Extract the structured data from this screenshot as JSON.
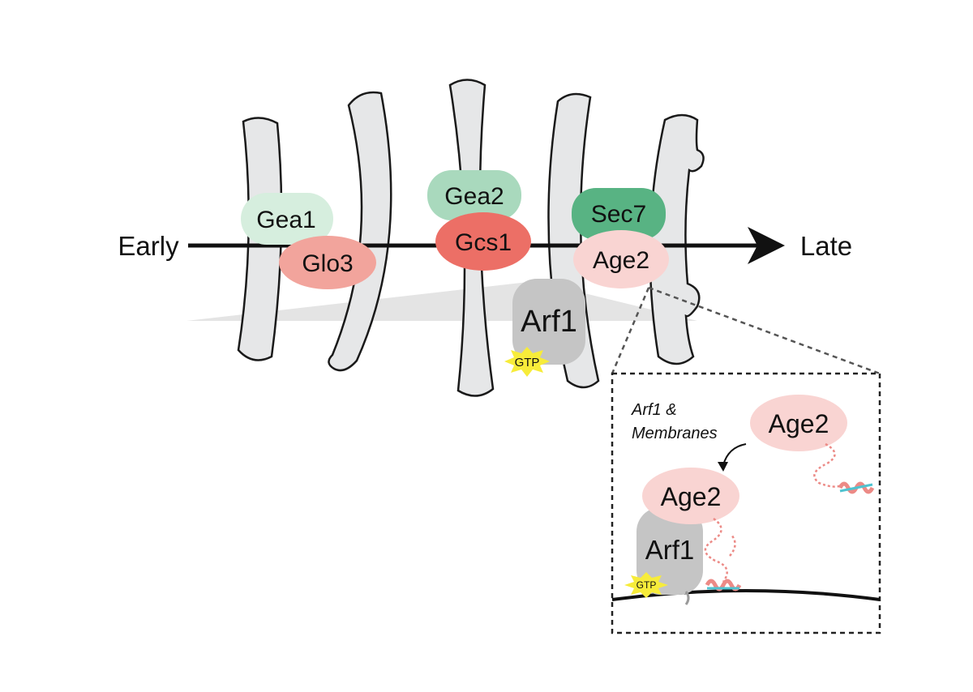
{
  "axis": {
    "start_label": "Early",
    "end_label": "Late"
  },
  "proteins": {
    "gea1": "Gea1",
    "glo3": "Glo3",
    "gea2": "Gea2",
    "gcs1": "Gcs1",
    "sec7": "Sec7",
    "age2": "Age2",
    "arf1": "Arf1",
    "gtp": "GTP"
  },
  "inset": {
    "caption_line1": "Arf1 &",
    "caption_line2": "Membranes",
    "age2_free": "Age2",
    "age2_bound": "Age2",
    "arf1": "Arf1",
    "gtp": "GTP"
  },
  "colors": {
    "cisterna_fill": "#e6e7e8",
    "cisterna_stroke": "#1a1a1a",
    "gea_light_green": "#d6eede",
    "gea2_green": "#a9d9bd",
    "sec7_green": "#58b383",
    "glo3_salmon": "#f2a49c",
    "gcs1_red": "#ec6f66",
    "age2_pink": "#f9d4d2",
    "arf1_gray": "#c5c5c5",
    "gtp_yellow": "#f7ec3a",
    "helix_pink": "#ec8a86",
    "helix_cyan": "#4fc3d0"
  }
}
